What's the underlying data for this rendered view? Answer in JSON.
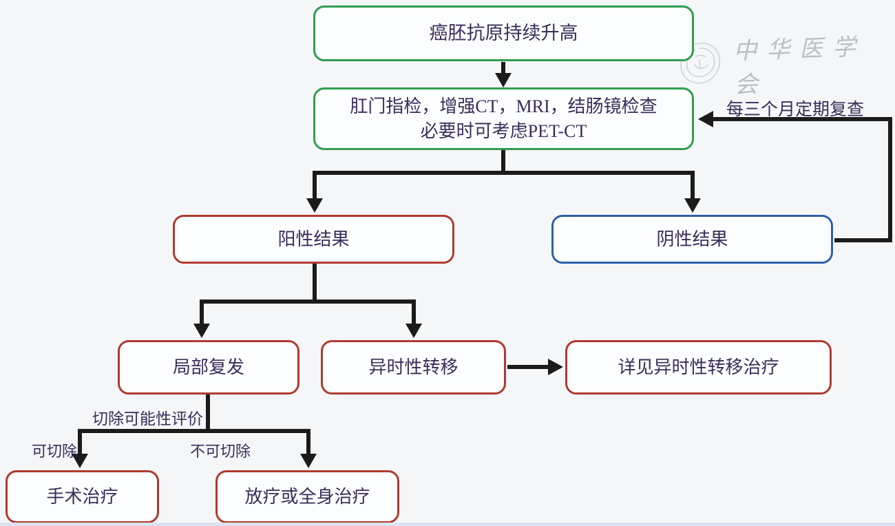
{
  "diagram": {
    "nodes": {
      "cea": {
        "label": "癌胚抗原持续升高"
      },
      "exam": {
        "line1": "肛门指检，增强CT，MRI，结肠镜检查",
        "line2": "必要时可考虑PET-CT"
      },
      "positive": {
        "label": "阳性结果"
      },
      "negative": {
        "label": "阴性结果"
      },
      "local_recurrence": {
        "label": "局部复发"
      },
      "metachronous_metastasis": {
        "label": "异时性转移"
      },
      "see_metastasis_treatment": {
        "label": "详见异时性转移治疗"
      },
      "surgery": {
        "label": "手术治疗"
      },
      "radio_or_systemic": {
        "label": "放疗或全身治疗"
      }
    },
    "edge_labels": {
      "periodic_review": "每三个月定期复查",
      "resectability_evaluation": "切除可能性评价",
      "resectable": "可切除",
      "unresectable": "不可切除"
    },
    "watermark": {
      "text": "中华医学会"
    },
    "colors": {
      "green_border": "#2f9e50",
      "red_border": "#b03a2e",
      "blue_border": "#2e5fa8",
      "text": "#3a2d5a",
      "line": "#1b1b1b",
      "background": "#f4f6f8"
    }
  }
}
